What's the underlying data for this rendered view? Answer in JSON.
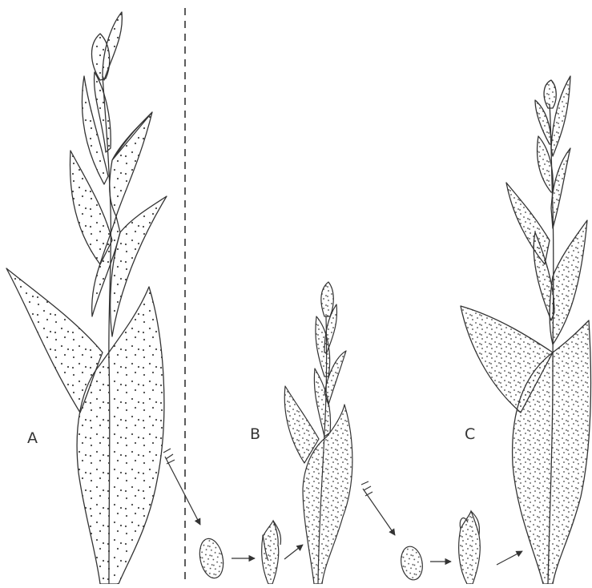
{
  "figure": {
    "panels": [
      {
        "id": "A",
        "label": "A"
      },
      {
        "id": "B",
        "label": "B"
      },
      {
        "id": "C",
        "label": "C"
      }
    ],
    "colors": {
      "ink": "#333333",
      "leaf_fill": "#ffffff",
      "stipple": "#444444",
      "background": "#ffffff"
    },
    "icons": [
      "shoot-drawing",
      "leaf-stipple",
      "arrow-icon",
      "feathered-arrow-icon",
      "dashed-divider"
    ]
  }
}
